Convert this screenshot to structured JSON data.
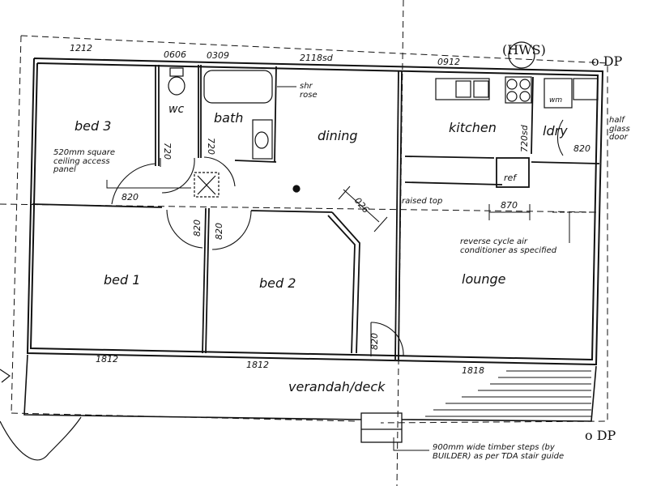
{
  "plan": {
    "rooms": {
      "bed3": "bed  3",
      "wc": "wc",
      "bath": "bath",
      "dining": "dining",
      "kitchen": "kitchen",
      "ldry": "ldry",
      "bed1": "bed  1",
      "bed2": "bed  2",
      "lounge": "lounge",
      "verandah": "verandah/deck"
    },
    "window_dims": {
      "bed3_window": "1212",
      "wc_window": "0606",
      "bath_window": "0309",
      "dining_window": "2118sd",
      "kitchen_window": "0912",
      "bed1_window": "1812",
      "bed2_window": "1812",
      "lounge_window": "1818"
    },
    "door_dims": {
      "bed3_door": "820",
      "wc_door": "720",
      "bath_door": "720",
      "bed1_door": "820",
      "bed2_door": "820",
      "hall_door": "820",
      "kitchen_ldry_door": "720sd",
      "ldry_door": "820",
      "angled_opening": "026",
      "kitchen_opening": "870"
    },
    "fixtures": {
      "fridge": "ref",
      "washing_machine": "wm"
    },
    "notes": {
      "shower_rose": "shr\nrose",
      "ceiling_panel": "520mm square\nceiling access\npanel",
      "raised_top": "raised top",
      "half_glass_door": "half\nglass\ndoor",
      "air_conditioner": "reverse cycle air\nconditioner as specified",
      "steps": "900mm wide timber steps (by\nBUILDER) as per TDA stair guide"
    },
    "handwritten": {
      "hws": "(HWS)",
      "dp_top": "o DP",
      "dp_bottom": "o DP"
    },
    "colors": {
      "line": "#111111",
      "paper": "#ffffff"
    }
  }
}
